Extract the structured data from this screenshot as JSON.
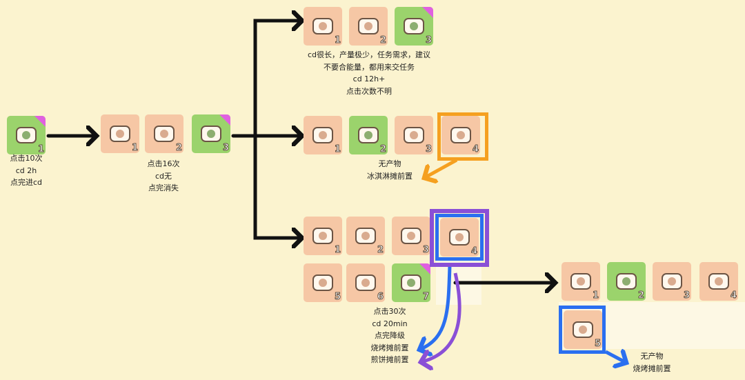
{
  "colors": {
    "peach": "#f6c7a5",
    "green": "#9bd36c",
    "orange": "#f5a020",
    "purple": "#8a4fd6",
    "blue": "#2a6ff0",
    "arrow": "#111111"
  },
  "groups": [
    {
      "id": "truck",
      "tiles": [
        {
          "item": "delivery-truck",
          "number": "1",
          "color": "green",
          "star": true
        }
      ],
      "notes": [
        "点击10次",
        "cd 2h",
        "点完进cd"
      ]
    },
    {
      "id": "boxes",
      "tiles": [
        {
          "item": "box",
          "number": "1",
          "color": "peach"
        },
        {
          "item": "box-stack",
          "number": "2",
          "color": "peach"
        },
        {
          "item": "box-cart",
          "number": "3",
          "color": "green",
          "star": true
        }
      ],
      "notes": [
        "点击16次",
        "cd无",
        "点完消失"
      ]
    },
    {
      "id": "lunchbox",
      "tiles": [
        {
          "item": "empty-lunchbox",
          "number": "1",
          "color": "peach"
        },
        {
          "item": "lunchbox-noodles",
          "number": "2",
          "color": "peach"
        },
        {
          "item": "lunchbox-meal",
          "number": "3",
          "color": "green",
          "star": true
        }
      ],
      "notes": [
        "cd很长，产量极少，任务需求，建议",
        "不要合能量，都用来交任务",
        "cd 12h+",
        "点击次数不明"
      ]
    },
    {
      "id": "party",
      "tiles": [
        {
          "item": "bunting-flags",
          "number": "1",
          "color": "peach"
        },
        {
          "item": "balloons",
          "number": "2",
          "color": "green"
        },
        {
          "item": "bead-garland",
          "number": "3",
          "color": "peach"
        },
        {
          "item": "ice-cream-cup",
          "number": "4",
          "color": "peach"
        }
      ],
      "notes": [
        "无产物",
        "冰淇淋摊前置"
      ]
    },
    {
      "id": "bbq",
      "tiles": [
        {
          "item": "sign-board",
          "number": "1",
          "color": "peach"
        },
        {
          "item": "red-bucket",
          "number": "2",
          "color": "peach"
        },
        {
          "item": "chef-hat",
          "number": "3",
          "color": "peach"
        },
        {
          "item": "gas-canister",
          "number": "4",
          "color": "peach"
        },
        {
          "item": "folding-table",
          "number": "5",
          "color": "peach"
        },
        {
          "item": "mini-fridge",
          "number": "6",
          "color": "peach"
        },
        {
          "item": "red-cabinet",
          "number": "7",
          "color": "green",
          "star": true
        }
      ],
      "notes": [
        "点击30次",
        "cd 20min",
        "点完降级",
        "烧烤摊前置",
        "煎饼摊前置"
      ]
    },
    {
      "id": "ingredients",
      "tiles": [
        {
          "item": "eggs",
          "number": "1",
          "color": "peach"
        },
        {
          "item": "milk-bottle",
          "number": "2",
          "color": "green"
        },
        {
          "item": "flour-dough",
          "number": "3",
          "color": "peach"
        },
        {
          "item": "fruit",
          "number": "4",
          "color": "peach"
        },
        {
          "item": "meat-plate",
          "number": "5",
          "color": "peach"
        }
      ],
      "notes": [
        "无产物",
        "烧烤摊前置"
      ]
    }
  ]
}
